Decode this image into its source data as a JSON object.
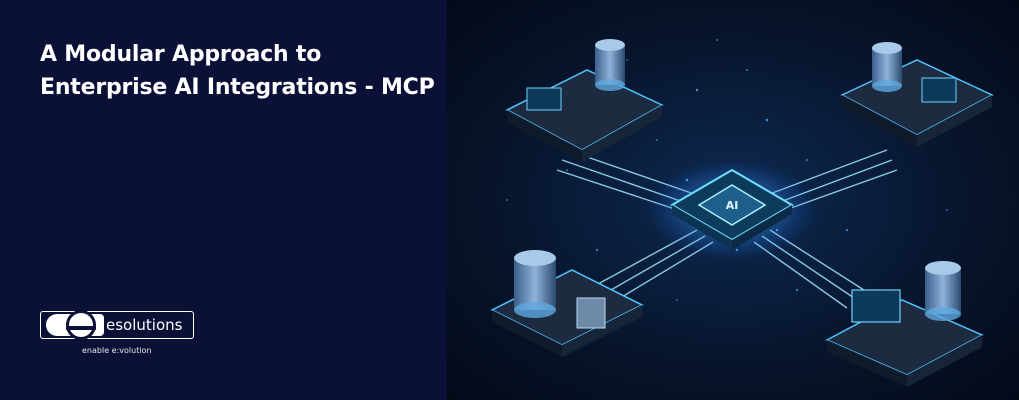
{
  "headline": {
    "line1": "A Modular Approach to",
    "line2": "Enterprise AI Integrations - MCP"
  },
  "brand": {
    "name": "esolutions",
    "tagline": "enable e:volution"
  },
  "chip_label": "AI",
  "colors": {
    "background": "#0b1036",
    "text": "#ffffff",
    "glow": "#33c8ff",
    "accent": "#4a8cff"
  },
  "illustration": {
    "hub": "ai-chip",
    "nodes": [
      "server-node-top-left",
      "server-node-top-right",
      "server-node-bottom-left",
      "server-node-bottom-right"
    ]
  }
}
